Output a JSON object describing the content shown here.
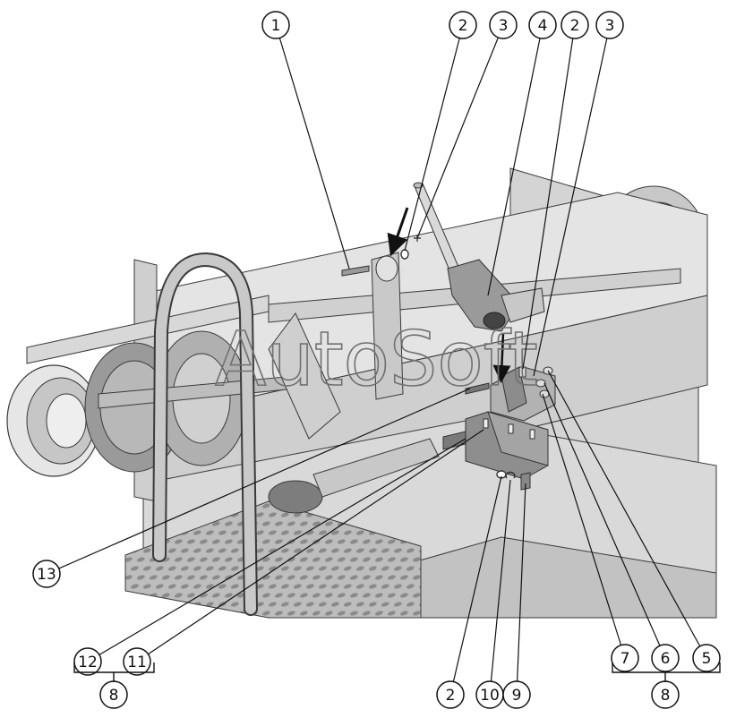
{
  "watermark": "AutoSoft",
  "callouts": [
    {
      "id": "c1-top",
      "label": "1"
    },
    {
      "id": "c2-top-left",
      "label": "2"
    },
    {
      "id": "c3-top-left",
      "label": "3"
    },
    {
      "id": "c4-top",
      "label": "4"
    },
    {
      "id": "c2-top-right",
      "label": "2"
    },
    {
      "id": "c3-top-right",
      "label": "3"
    },
    {
      "id": "c13",
      "label": "13"
    },
    {
      "id": "c12",
      "label": "12"
    },
    {
      "id": "c11",
      "label": "11"
    },
    {
      "id": "c8-left",
      "label": "8"
    },
    {
      "id": "c2-bottom",
      "label": "2"
    },
    {
      "id": "c10",
      "label": "10"
    },
    {
      "id": "c9",
      "label": "9"
    },
    {
      "id": "c7",
      "label": "7"
    },
    {
      "id": "c6",
      "label": "6"
    },
    {
      "id": "c5",
      "label": "5"
    },
    {
      "id": "c8-right",
      "label": "8"
    }
  ],
  "colors": {
    "machine_light": "#e2e2e2",
    "machine_mid": "#c4c4c4",
    "machine_dark": "#8e8e8e",
    "outline": "#3a3a3a",
    "leader": "#111111"
  }
}
